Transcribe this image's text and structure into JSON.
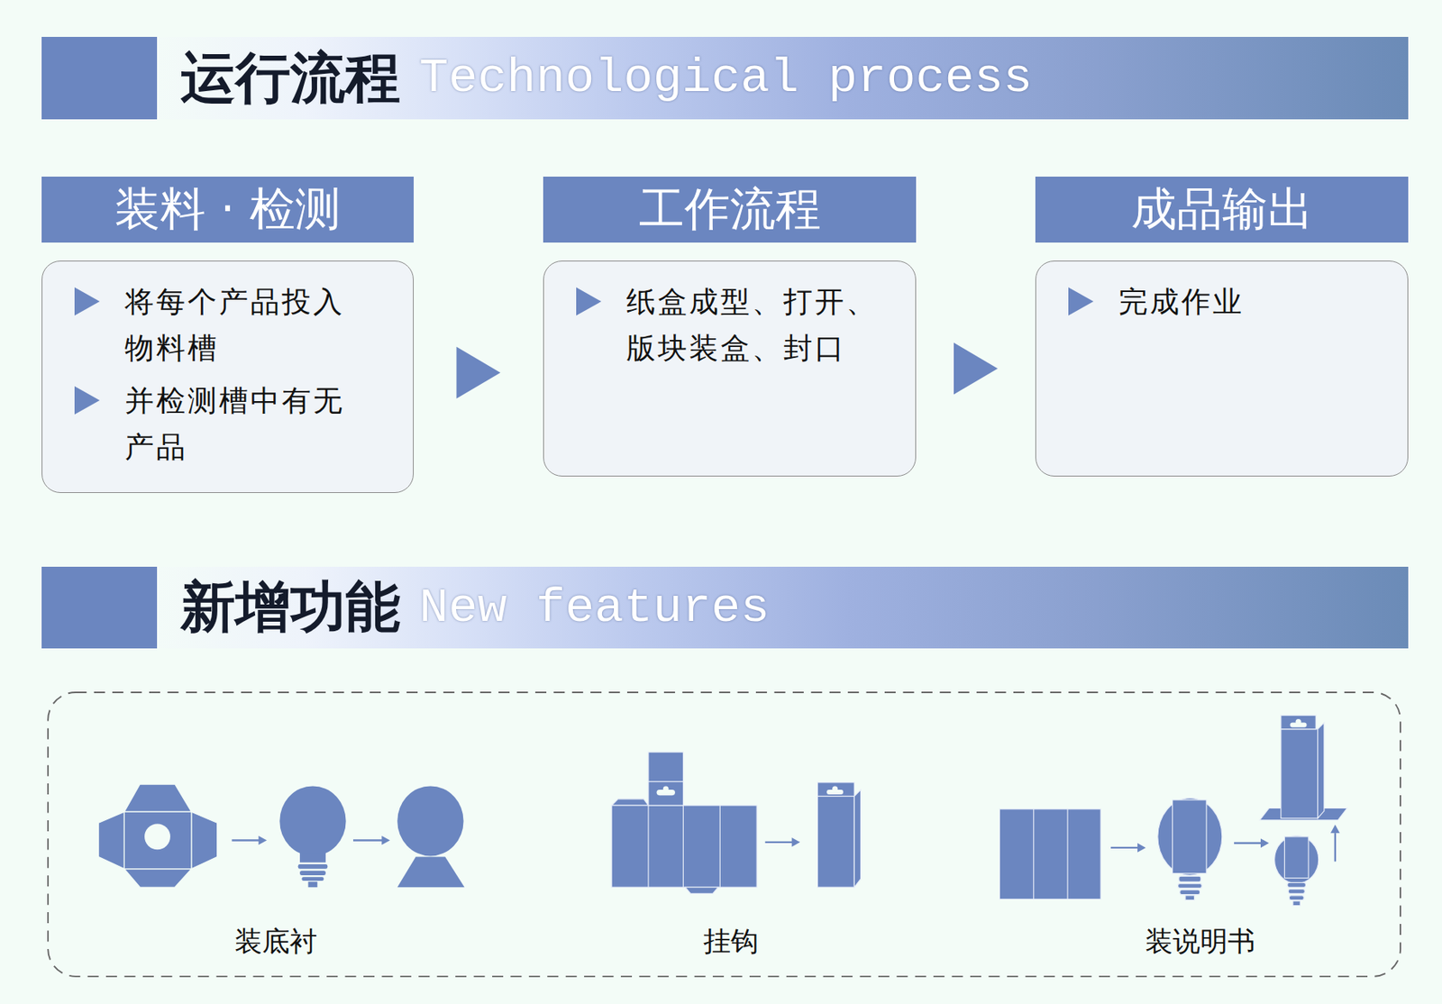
{
  "diagram": {
    "nodes": [
      {
        "text": [
          "运行流程",
          "Technological process"
        ]
      },
      {
        "text": [
          "装料 · 检测",
          "将每个产品投入 物料槽",
          "并检测槽中有无 产品"
        ]
      },
      {
        "text": [
          "工作流程",
          "纸盒成型、打开、 版块装盒、封口"
        ]
      },
      {
        "text": [
          "成品输出",
          "完成作业"
        ]
      },
      {
        "text": [
          "新增功能",
          "New features"
        ]
      }
    ],
    "edges": [
      {
        "from": 1,
        "to": 2,
        "arrow": "to"
      },
      {
        "from": 2,
        "to": 3,
        "arrow": "to"
      }
    ],
    "labels": [
      "装底衬",
      "挂钩",
      "装说明书"
    ]
  }
}
